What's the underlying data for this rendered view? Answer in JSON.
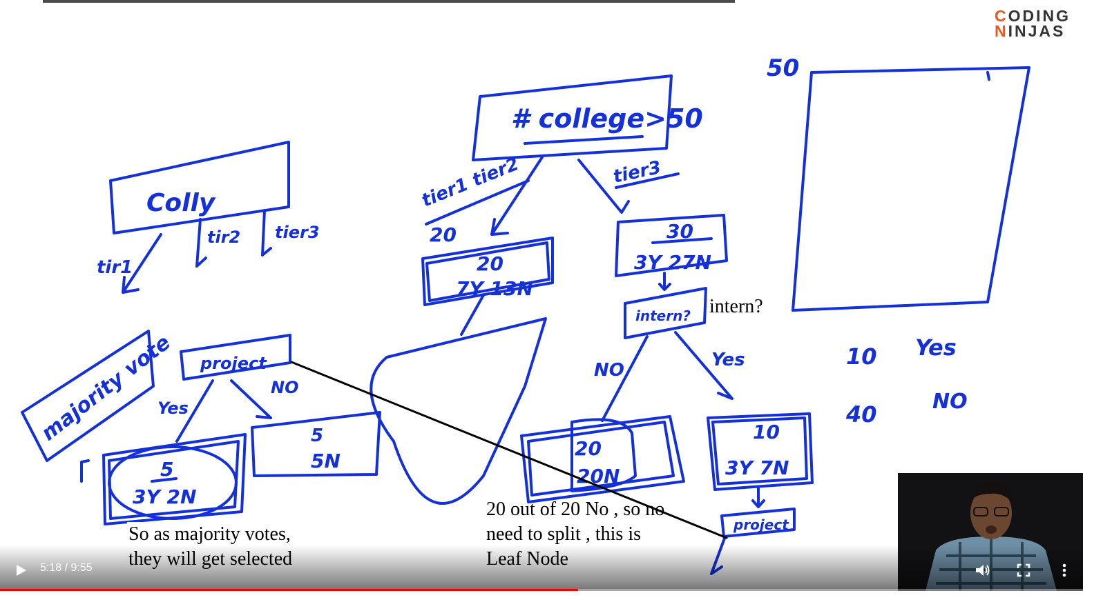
{
  "video": {
    "current_time": "5:18",
    "separator": " / ",
    "duration": "9:55",
    "progress": 0.534
  },
  "icons": {
    "play": "play-icon",
    "volume": "volume-icon",
    "fullscreen": "fullscreen-icon",
    "more": "more-vert-icon"
  },
  "logo": {
    "line1": "CODING",
    "line2": "NINJAS",
    "accent_color": "#e8571b"
  },
  "captions": {
    "left": "So as majority votes,\nthey will get selected",
    "middle": "20 out of 20 No , so no\nneed to split , this is\nLeaf Node",
    "intern": "intern?"
  },
  "ink_color": "#1430d8",
  "whiteboard": {
    "college_box": "Colly",
    "tier1": "tir1",
    "tier2": "tir2",
    "tier3": "tier3",
    "majority_vote": "majority vote",
    "project_box": "project",
    "yes": "Yes",
    "no": "NO",
    "left_leaf_total": "5",
    "left_leaf_split": "3Y 2N",
    "right_leaf_total": "5",
    "right_leaf_split": "5N",
    "root_box": "# college>50",
    "tier1_tier2": "tier1 tier2",
    "count_20": "20",
    "node20_total": "20",
    "node20_split": "7Y 13N",
    "node30_total": "30",
    "node30_split": "3Y 27N",
    "intern_box": "intern?",
    "no2": "NO",
    "yes2": "Yes",
    "node20b_total": "20",
    "node20b_split": "20N",
    "node10_total": "10",
    "node10_split": "3Y 7N",
    "project2": "project",
    "label_50": "50",
    "label_10": "10",
    "label_yes": "Yes",
    "label_40": "40",
    "label_no": "NO"
  }
}
